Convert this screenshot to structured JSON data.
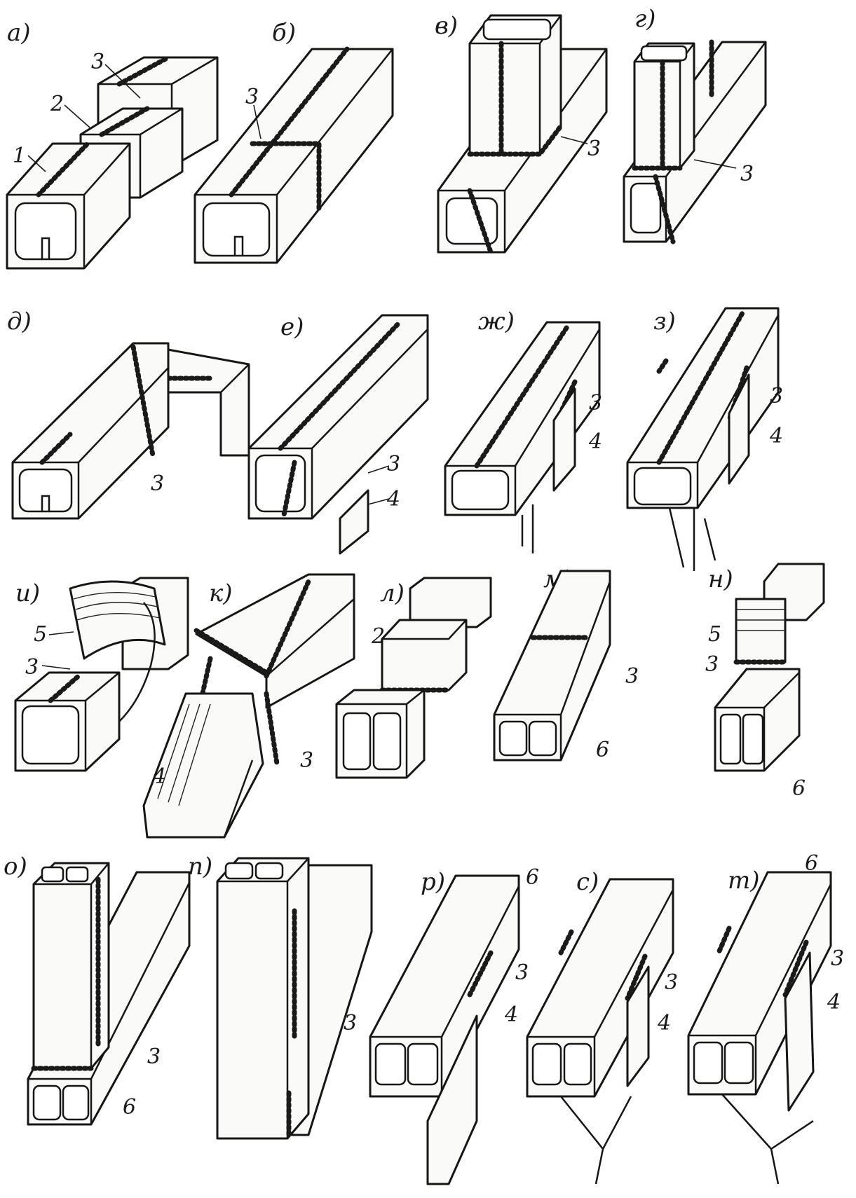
{
  "figure": {
    "panels": [
      {
        "letter": "а)",
        "callouts": [
          "1",
          "2",
          "3"
        ]
      },
      {
        "letter": "б)",
        "callouts": [
          "3"
        ]
      },
      {
        "letter": "в)",
        "callouts": [
          "3"
        ]
      },
      {
        "letter": "г)",
        "callouts": [
          "3"
        ]
      },
      {
        "letter": "д)",
        "callouts": [
          "3"
        ]
      },
      {
        "letter": "е)",
        "callouts": [
          "3",
          "4"
        ]
      },
      {
        "letter": "ж)",
        "callouts": [
          "3",
          "4"
        ]
      },
      {
        "letter": "з)",
        "callouts": [
          "3",
          "4"
        ]
      },
      {
        "letter": "и)",
        "callouts": [
          "5",
          "3"
        ]
      },
      {
        "letter": "к)",
        "callouts": [
          "4",
          "3"
        ]
      },
      {
        "letter": "л)",
        "callouts": [
          "2"
        ]
      },
      {
        "letter": "м)",
        "callouts": [
          "3",
          "6"
        ]
      },
      {
        "letter": "н)",
        "callouts": [
          "5",
          "3",
          "6"
        ]
      },
      {
        "letter": "о)",
        "callouts": [
          "3",
          "6"
        ]
      },
      {
        "letter": "п)",
        "callouts": [
          "3"
        ]
      },
      {
        "letter": "р)",
        "callouts": [
          "6",
          "3",
          "4"
        ]
      },
      {
        "letter": "с)",
        "callouts": [
          "3",
          "4"
        ]
      },
      {
        "letter": "т)",
        "callouts": [
          "6",
          "3",
          "4"
        ]
      }
    ]
  }
}
